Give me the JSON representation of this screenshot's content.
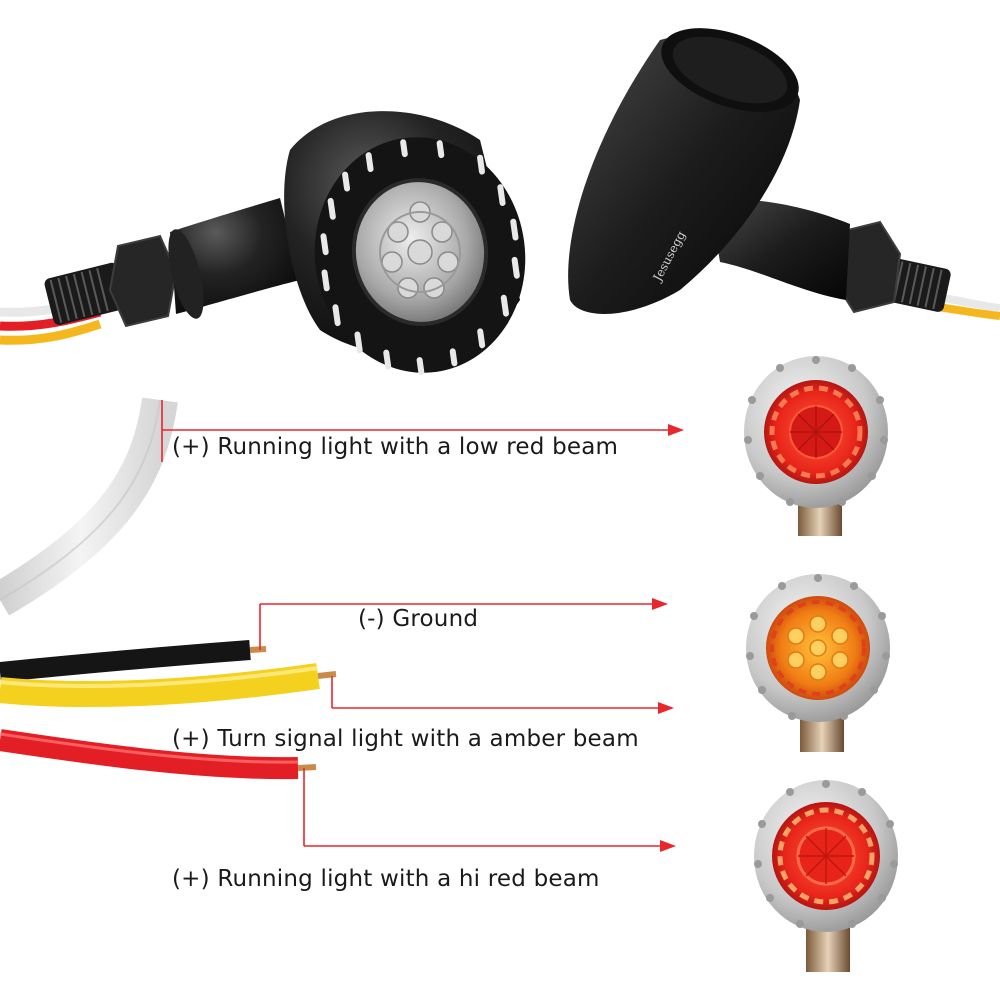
{
  "watermark": "Jesusegg",
  "wiring": [
    {
      "wire_color": "white",
      "polarity": "(+)",
      "label": "(+) Running light with a low red beam",
      "beam": "low-red"
    },
    {
      "wire_color": "black",
      "polarity": "(-)",
      "label": "(-) Ground",
      "beam": "none"
    },
    {
      "wire_color": "yellow",
      "polarity": "(+)",
      "label": "(+) Turn signal light with a amber beam",
      "beam": "amber"
    },
    {
      "wire_color": "red",
      "polarity": "(+)",
      "label": "(+) Running light with a hi red beam",
      "beam": "hi-red"
    }
  ],
  "colors": {
    "leader_line": "#e8262b",
    "wire_white": "#e6e6e6",
    "wire_black": "#151515",
    "wire_yellow": "#f4d11e",
    "wire_red": "#e41e25",
    "housing": "#1b1b1b",
    "lens_red": "#ef2a1c",
    "lens_amber": "#f59a14"
  }
}
